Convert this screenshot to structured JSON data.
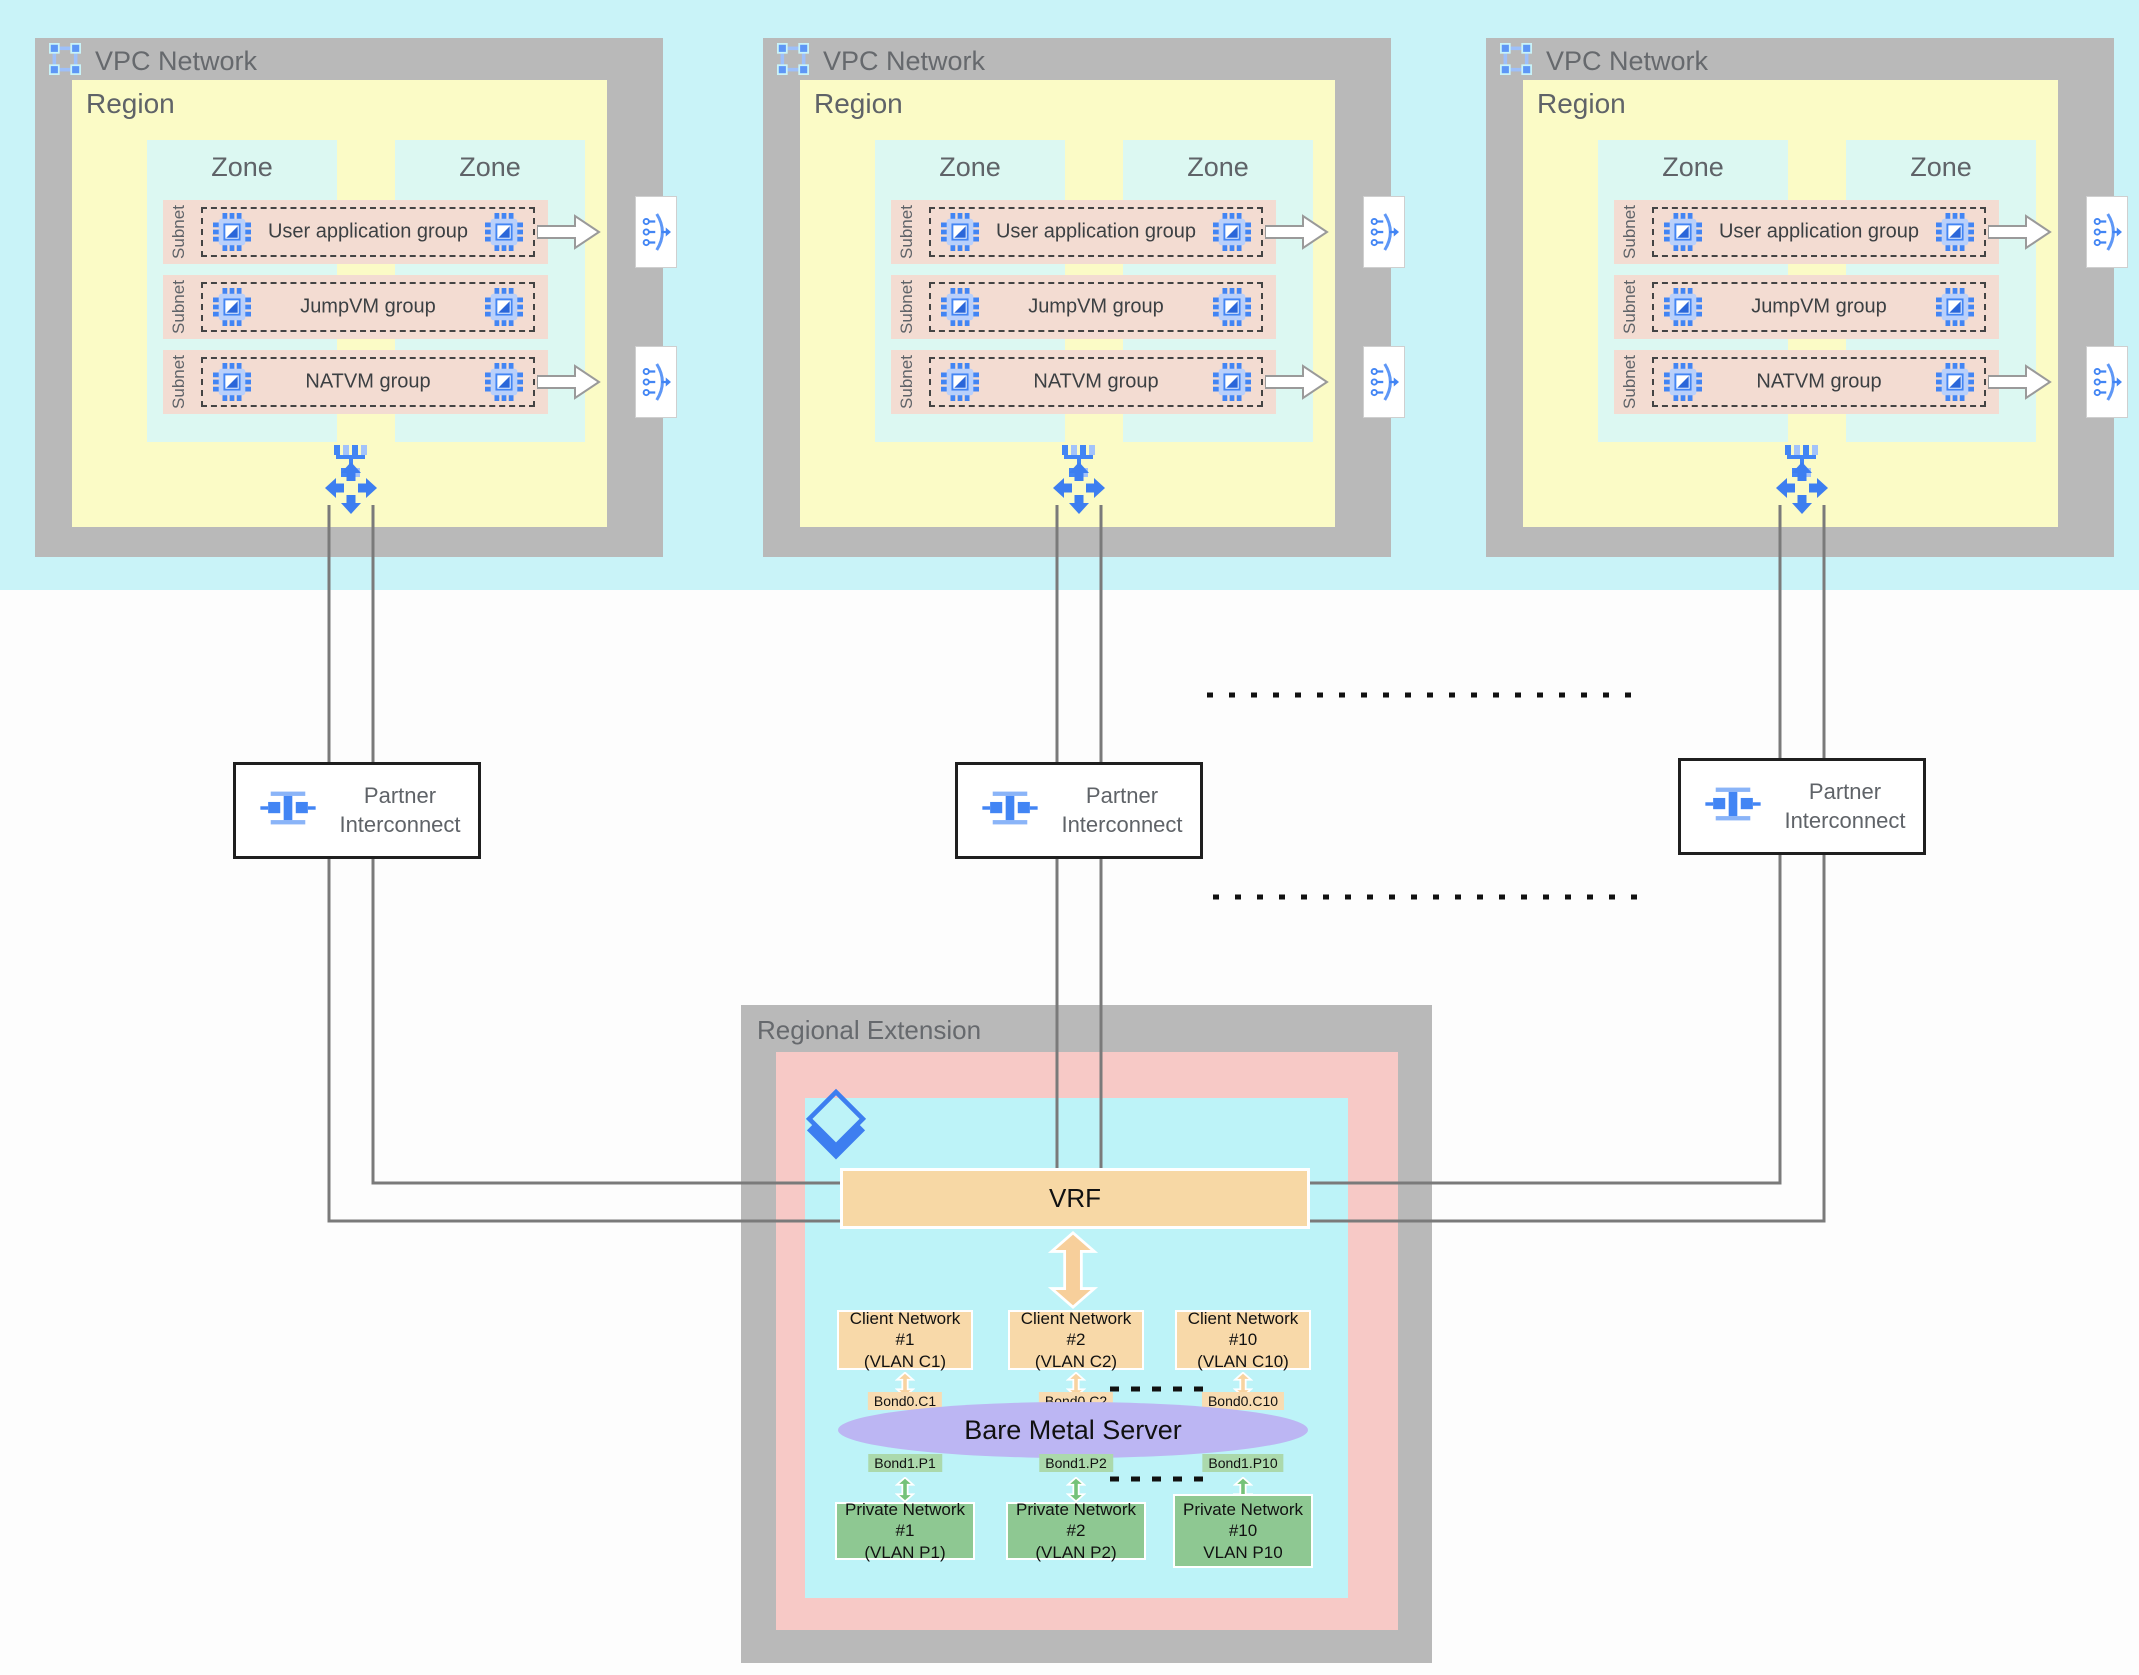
{
  "vpc": {
    "title": "VPC Network",
    "region_label": "Region",
    "zone_label": "Zone",
    "subnet_label": "Subnet",
    "groups": [
      {
        "label": "User application group",
        "load_balancer": true
      },
      {
        "label": "JumpVM group",
        "load_balancer": false
      },
      {
        "label": "NATVM group",
        "load_balancer": true
      }
    ]
  },
  "partner_interconnect": {
    "line1": "Partner",
    "line2": "Interconnect"
  },
  "regional_extension": {
    "title": "Regional Extension",
    "vrf_label": "VRF",
    "server_label": "Bare Metal Server",
    "client_networks": [
      {
        "name": "Client Network #1",
        "vlan": "(VLAN C1)",
        "bond": "Bond0.C1"
      },
      {
        "name": "Client Network #2",
        "vlan": "(VLAN C2)",
        "bond": "Bond0.C2"
      },
      {
        "name": "Client Network #10",
        "vlan": "(VLAN C10)",
        "bond": "Bond0.C10"
      }
    ],
    "private_networks": [
      {
        "name": "Private Network #1",
        "vlan": "(VLAN P1)",
        "bond": "Bond1.P1"
      },
      {
        "name": "Private Network #2",
        "vlan": "(VLAN P2)",
        "bond": "Bond1.P2"
      },
      {
        "name": "Private Network #10",
        "vlan": "VLAN P10",
        "bond": "Bond1.P10"
      }
    ]
  },
  "colors": {
    "background_top": "#c9f3f8",
    "vpc_gray": "#b9b9b9",
    "region_yellow": "#fbfbc6",
    "zone_cyan": "#dcf8f2",
    "subnet_pink": "#f3dcd2",
    "icon_blue": "#4285f4",
    "icon_blue_light": "#a3c3fa",
    "re_pink": "#f7c9c6",
    "re_cyan": "#bdf3f8",
    "vrf_tan": "#f7d8a5",
    "client_tan": "#f8d9a9",
    "private_green": "#8ec892",
    "server_purple": "#bcb6f3",
    "line_gray": "#7a7a7a",
    "arrow_orange": "#f7cf9e",
    "arrow_green": "#74c278"
  }
}
